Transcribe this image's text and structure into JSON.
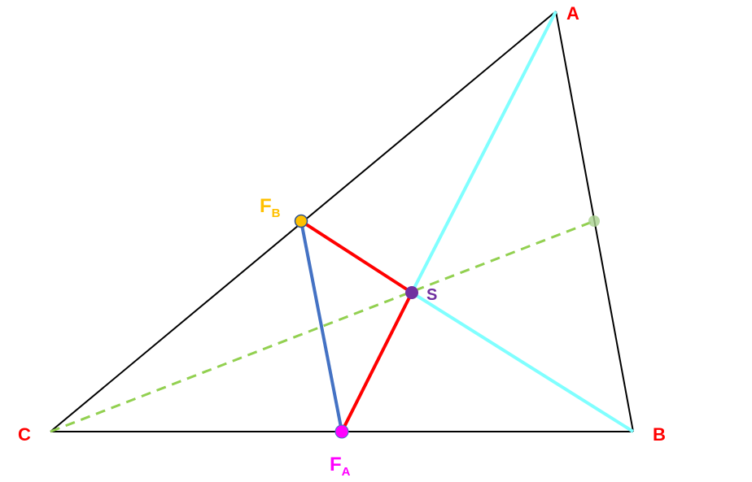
{
  "labels": {
    "A": "A",
    "B": "B",
    "C": "C",
    "S": "S",
    "FA_main": "F",
    "FA_sub": "A",
    "FB_main": "F",
    "FB_sub": "B"
  },
  "colors": {
    "triangle": "#000000",
    "vertex_label": "#ff0000",
    "red_segments": "#ff0000",
    "cyan_segments": "#80ffff",
    "blue_segment": "#4472c4",
    "dashed_line": "#92d050",
    "point_FB": "#ffc000",
    "point_FA": "#ff00ff",
    "point_S": "#7030a0"
  }
}
